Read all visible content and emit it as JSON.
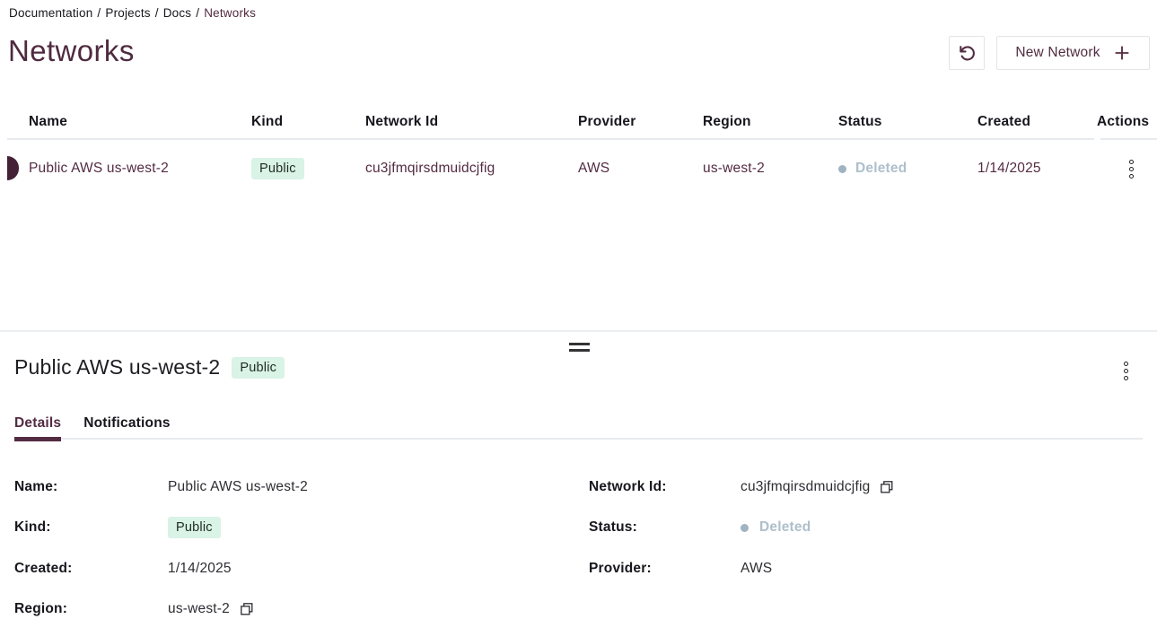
{
  "breadcrumb": {
    "items": [
      "Documentation",
      "Projects",
      "Docs"
    ],
    "current": "Networks",
    "separator": "/"
  },
  "header": {
    "title": "Networks",
    "new_network_label": "New Network"
  },
  "table": {
    "columns": {
      "name": "Name",
      "kind": "Kind",
      "network_id": "Network Id",
      "provider": "Provider",
      "region": "Region",
      "status": "Status",
      "created": "Created",
      "actions": "Actions"
    },
    "row": {
      "name": "Public AWS us-west-2",
      "kind": "Public",
      "network_id": "cu3jfmqirsdmuidcjfig",
      "provider": "AWS",
      "region": "us-west-2",
      "status": "Deleted",
      "created": "1/14/2025"
    }
  },
  "drawer": {
    "title": "Public AWS us-west-2",
    "badge": "Public",
    "tabs": {
      "details": "Details",
      "notifications": "Notifications"
    },
    "fields": {
      "name": {
        "label": "Name:",
        "value": "Public AWS us-west-2"
      },
      "kind": {
        "label": "Kind:",
        "value": "Public"
      },
      "created": {
        "label": "Created:",
        "value": "1/14/2025"
      },
      "region": {
        "label": "Region:",
        "value": "us-west-2"
      },
      "network_id": {
        "label": "Network Id:",
        "value": "cu3jfmqirsdmuidcjfig"
      },
      "status": {
        "label": "Status:",
        "value": "Deleted"
      },
      "provider": {
        "label": "Provider:",
        "value": "AWS"
      }
    }
  },
  "colors": {
    "accent": "#522b40",
    "row_text": "#532b42",
    "badge_bg": "#d9f3e6",
    "status_muted": "#aebfcb",
    "divider": "#e7eaee"
  }
}
